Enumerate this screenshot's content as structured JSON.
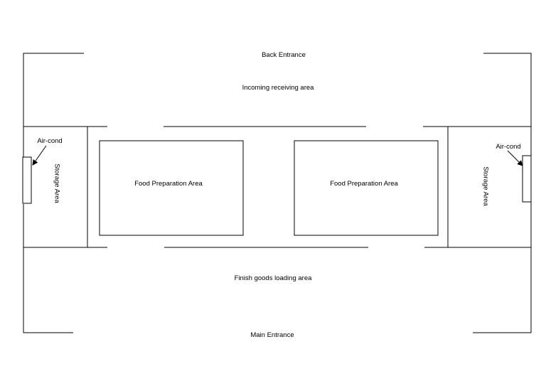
{
  "labels": {
    "back_entrance": "Back Entrance",
    "incoming_area": "Incoming receiving area",
    "food_prep_left": "Food Preparation Area",
    "food_prep_right": "Food Preparation Area",
    "storage_left": "Storage Area",
    "storage_right": "Storage Area",
    "aircond_left": "Air-cond",
    "aircond_right": "Air-cond",
    "finish_area": "Finish goods loading area",
    "main_entrance": "Main Entrance"
  },
  "colors": {
    "line": "#000000",
    "background": "#ffffff"
  }
}
